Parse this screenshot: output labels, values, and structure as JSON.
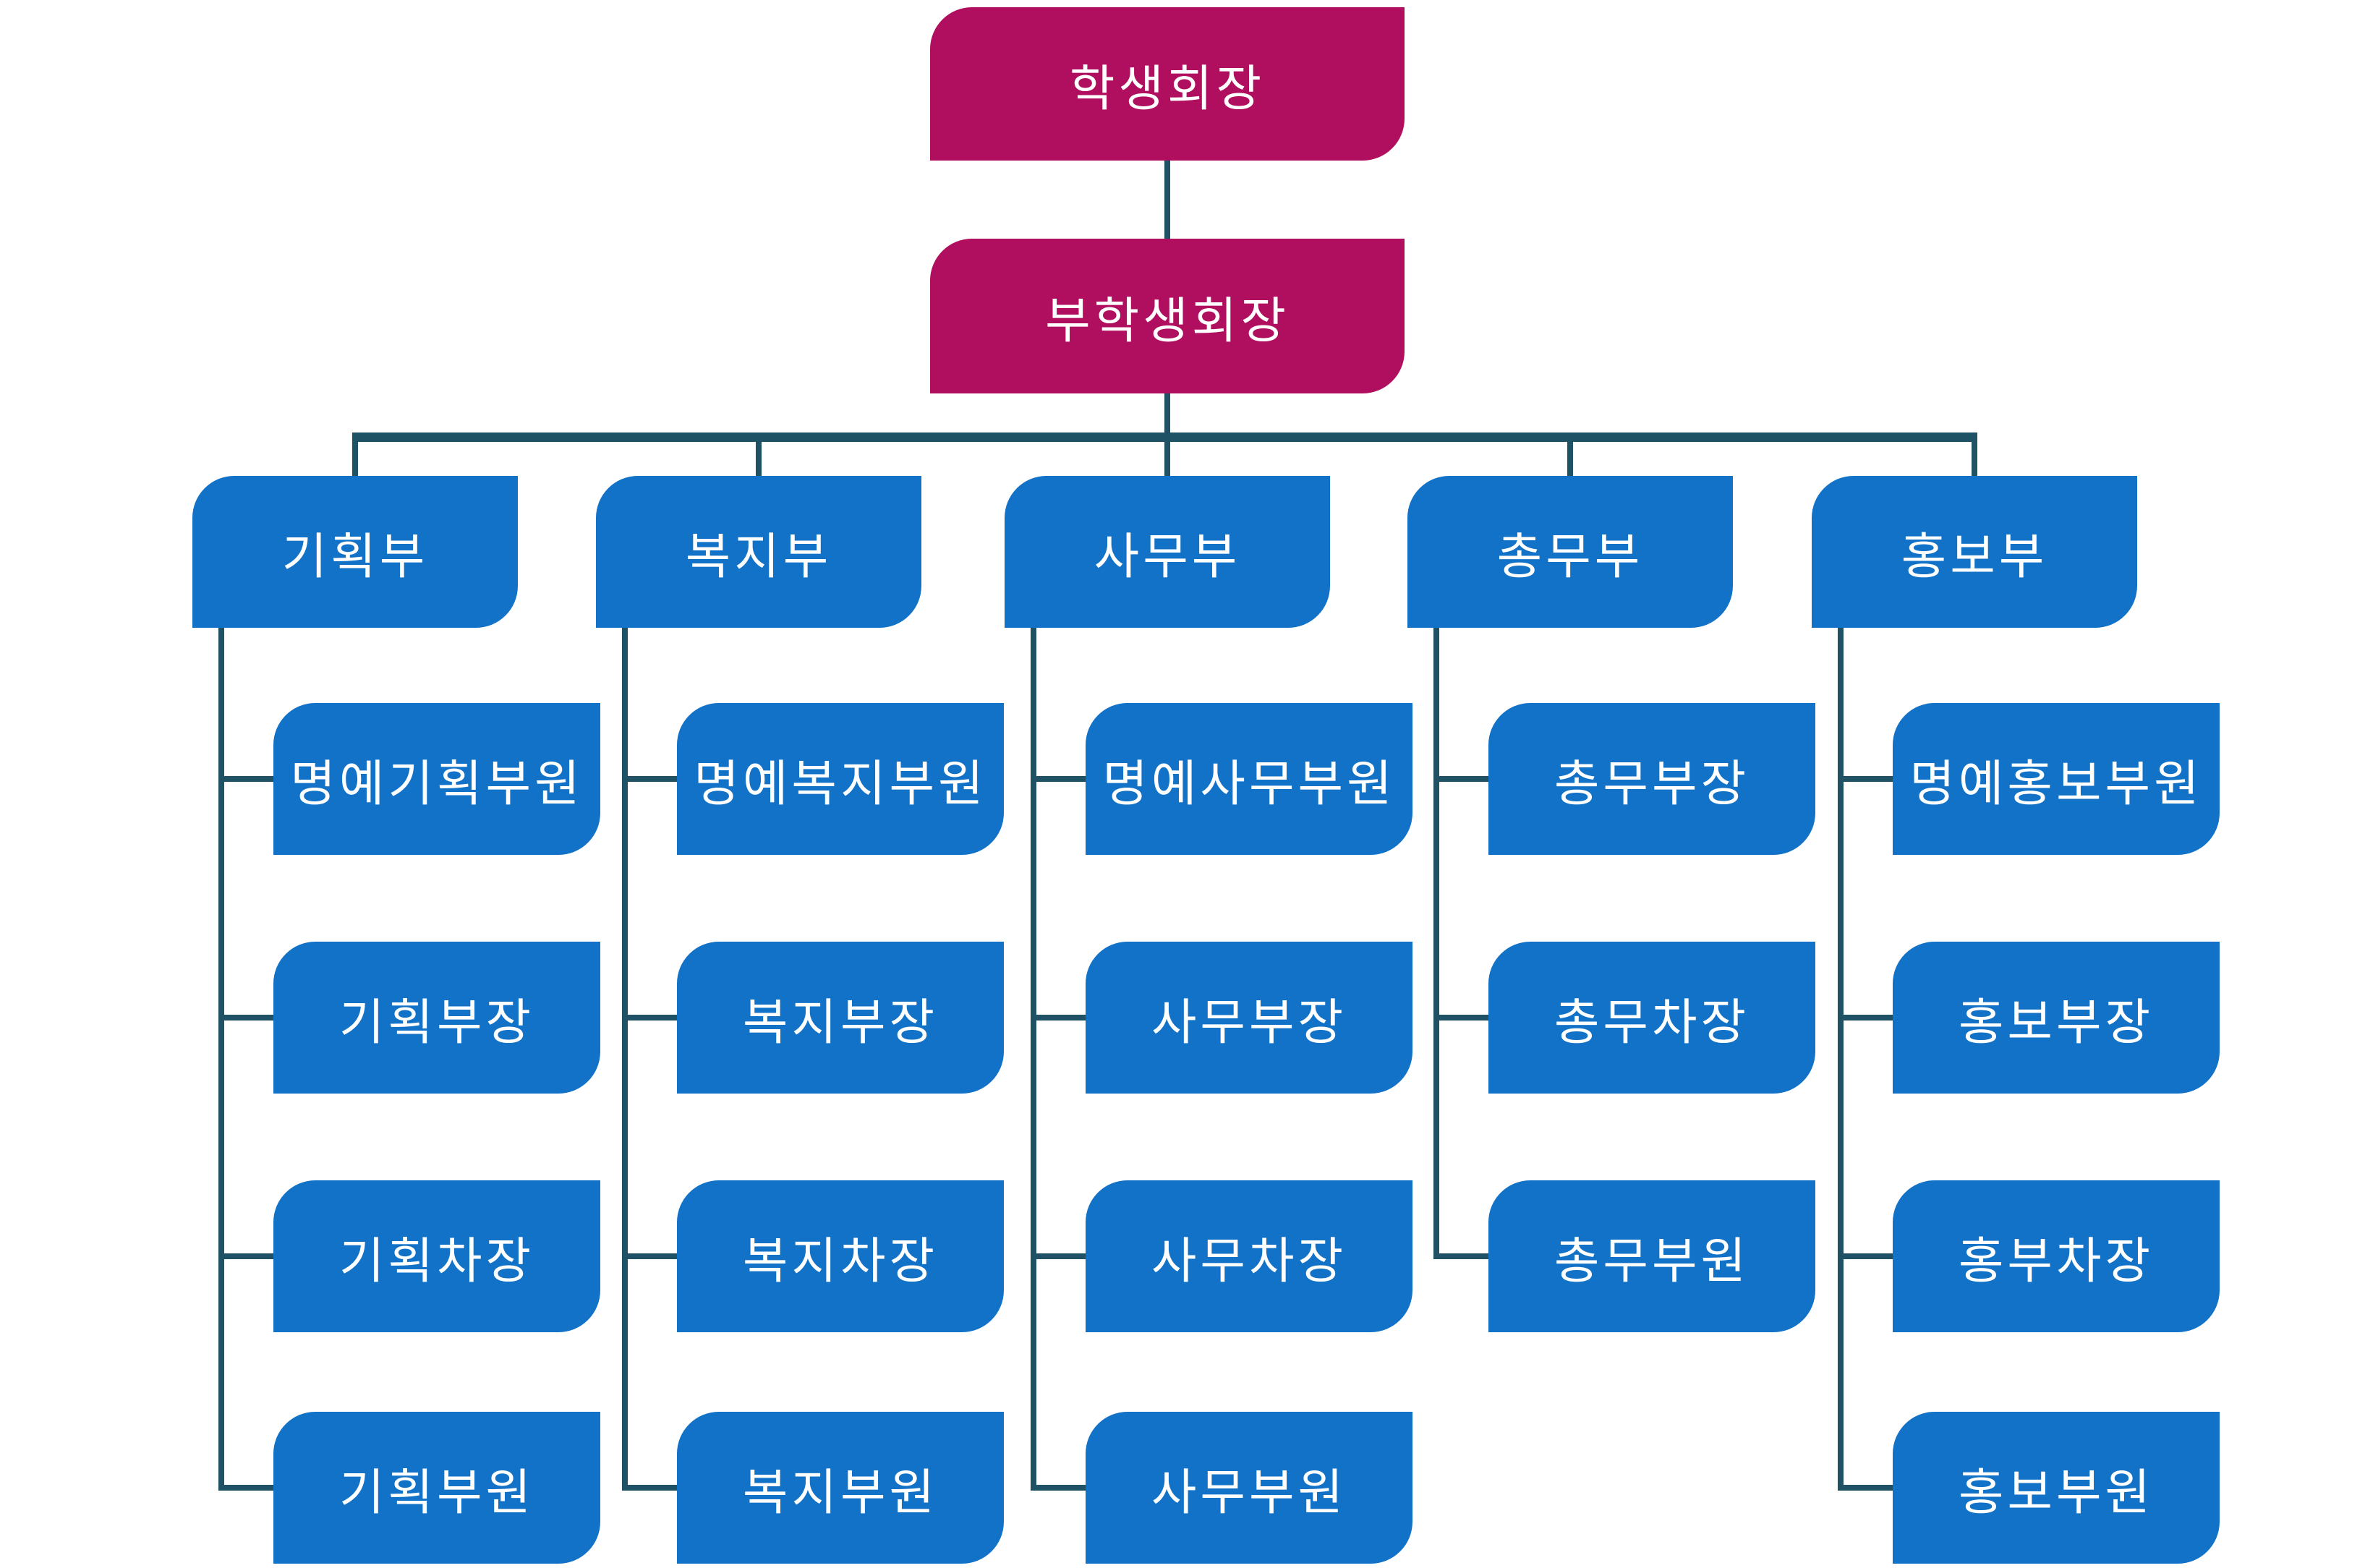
{
  "colors": {
    "executive_box": "#B00E5E",
    "department_box": "#1172C7",
    "connector": "#1F5265",
    "box_text": "#FFFFFF",
    "background": "#FFFFFF"
  },
  "root": {
    "label": "학생회장"
  },
  "vice": {
    "label": "부학생회장"
  },
  "columns": [
    {
      "header": "기획부",
      "children": [
        "명예기획부원",
        "기획부장",
        "기획차장",
        "기획부원"
      ]
    },
    {
      "header": "복지부",
      "children": [
        "명예복지부원",
        "복지부장",
        "복지차장",
        "복지부원"
      ]
    },
    {
      "header": "사무부",
      "children": [
        "명예사무부원",
        "사무부장",
        "사무차장",
        "사무부원"
      ]
    },
    {
      "header": "총무부",
      "children": [
        "총무부장",
        "총무차장",
        "총무부원"
      ]
    },
    {
      "header": "홍보부",
      "children": [
        "명예홍보부원",
        "홍보부장",
        "홍부차장",
        "홍보부원"
      ]
    }
  ]
}
